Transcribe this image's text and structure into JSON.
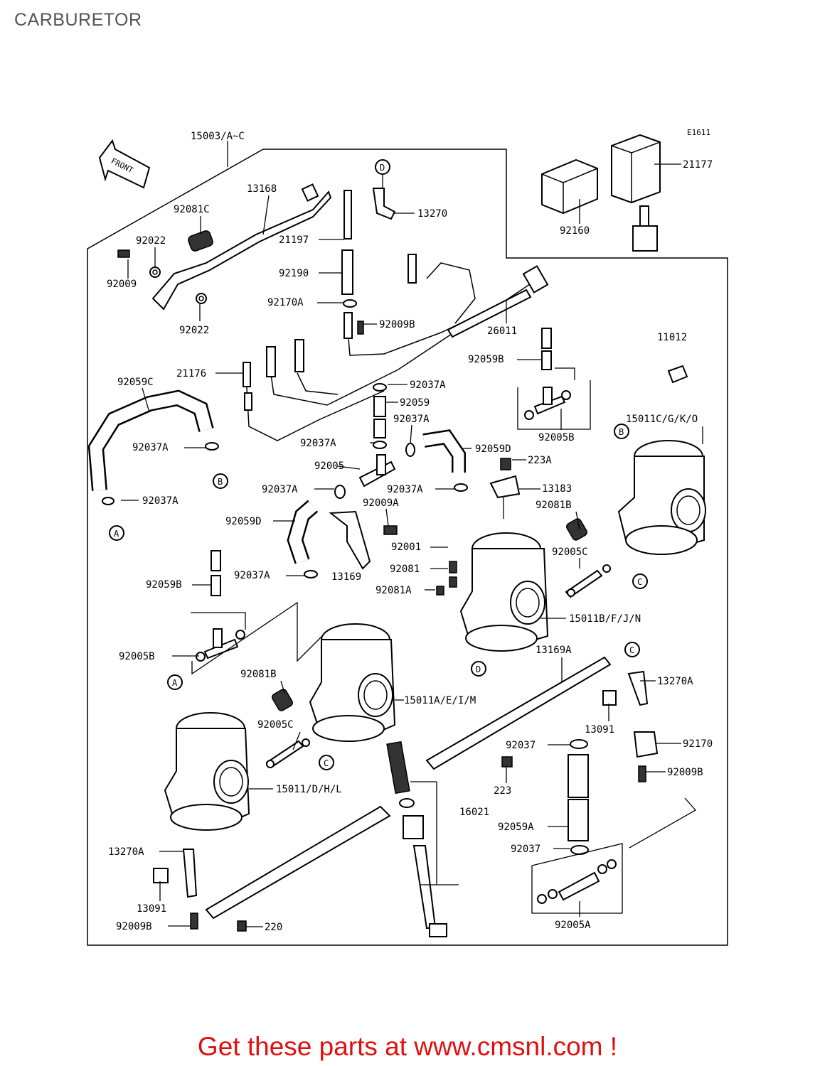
{
  "page": {
    "title": "CARBURETOR"
  },
  "ref_code": "E1611",
  "front_label": "FRONT",
  "parts": {
    "assy": "15003/A~C",
    "p13168": "13168",
    "p92081C": "92081C",
    "p92022a": "92022",
    "p92009": "92009",
    "p92022b": "92022",
    "p21197": "21197",
    "p13270": "13270",
    "p92190": "92190",
    "p92170A": "92170A",
    "p92009B_top": "92009B",
    "p26011": "26011",
    "p21176": "21176",
    "p92059C": "92059C",
    "p92037A_1": "92037A",
    "p92037A_2": "92037A",
    "p92037A_3": "92037A",
    "p92037A_4": "92037A",
    "p92037A_5": "92037A",
    "p92037A_6": "92037A",
    "p92037A_7": "92037A",
    "p92037A_8": "92037A",
    "p92059": "92059",
    "p92005": "92005",
    "p92059D_a": "92059D",
    "p92059D_b": "92059D",
    "p92009A": "92009A",
    "p13169": "13169",
    "p92059B_a": "92059B",
    "p92059B_b": "92059B",
    "p92005B_a": "92005B",
    "p92005B_b": "92005B",
    "p223A": "223A",
    "p13183": "13183",
    "p92081B_a": "92081B",
    "p92081B_b": "92081B",
    "p92001": "92001",
    "p92081": "92081",
    "p92081A": "92081A",
    "p92005C_a": "92005C",
    "p92005C_b": "92005C",
    "p15011C": "15011C/G/K/O",
    "p15011B": "15011B/F/J/N",
    "p15011A": "15011A/E/I/M",
    "p15011": "15011/D/H/L",
    "p11012": "11012",
    "p21177": "21177",
    "p92160": "92160",
    "p13169A": "13169A",
    "p13270A_a": "13270A",
    "p13270A_b": "13270A",
    "p13091_a": "13091",
    "p13091_b": "13091",
    "p92170": "92170",
    "p92009B_a": "92009B",
    "p92009B_b": "92009B",
    "p92037_a": "92037",
    "p92037_b": "92037",
    "p223": "223",
    "p16021": "16021",
    "p92059A": "92059A",
    "p92005A": "92005A",
    "p220": "220"
  },
  "refs": {
    "A": "A",
    "B": "B",
    "C": "C",
    "D": "D"
  },
  "footer": "Get these parts at www.cmsnl.com !"
}
